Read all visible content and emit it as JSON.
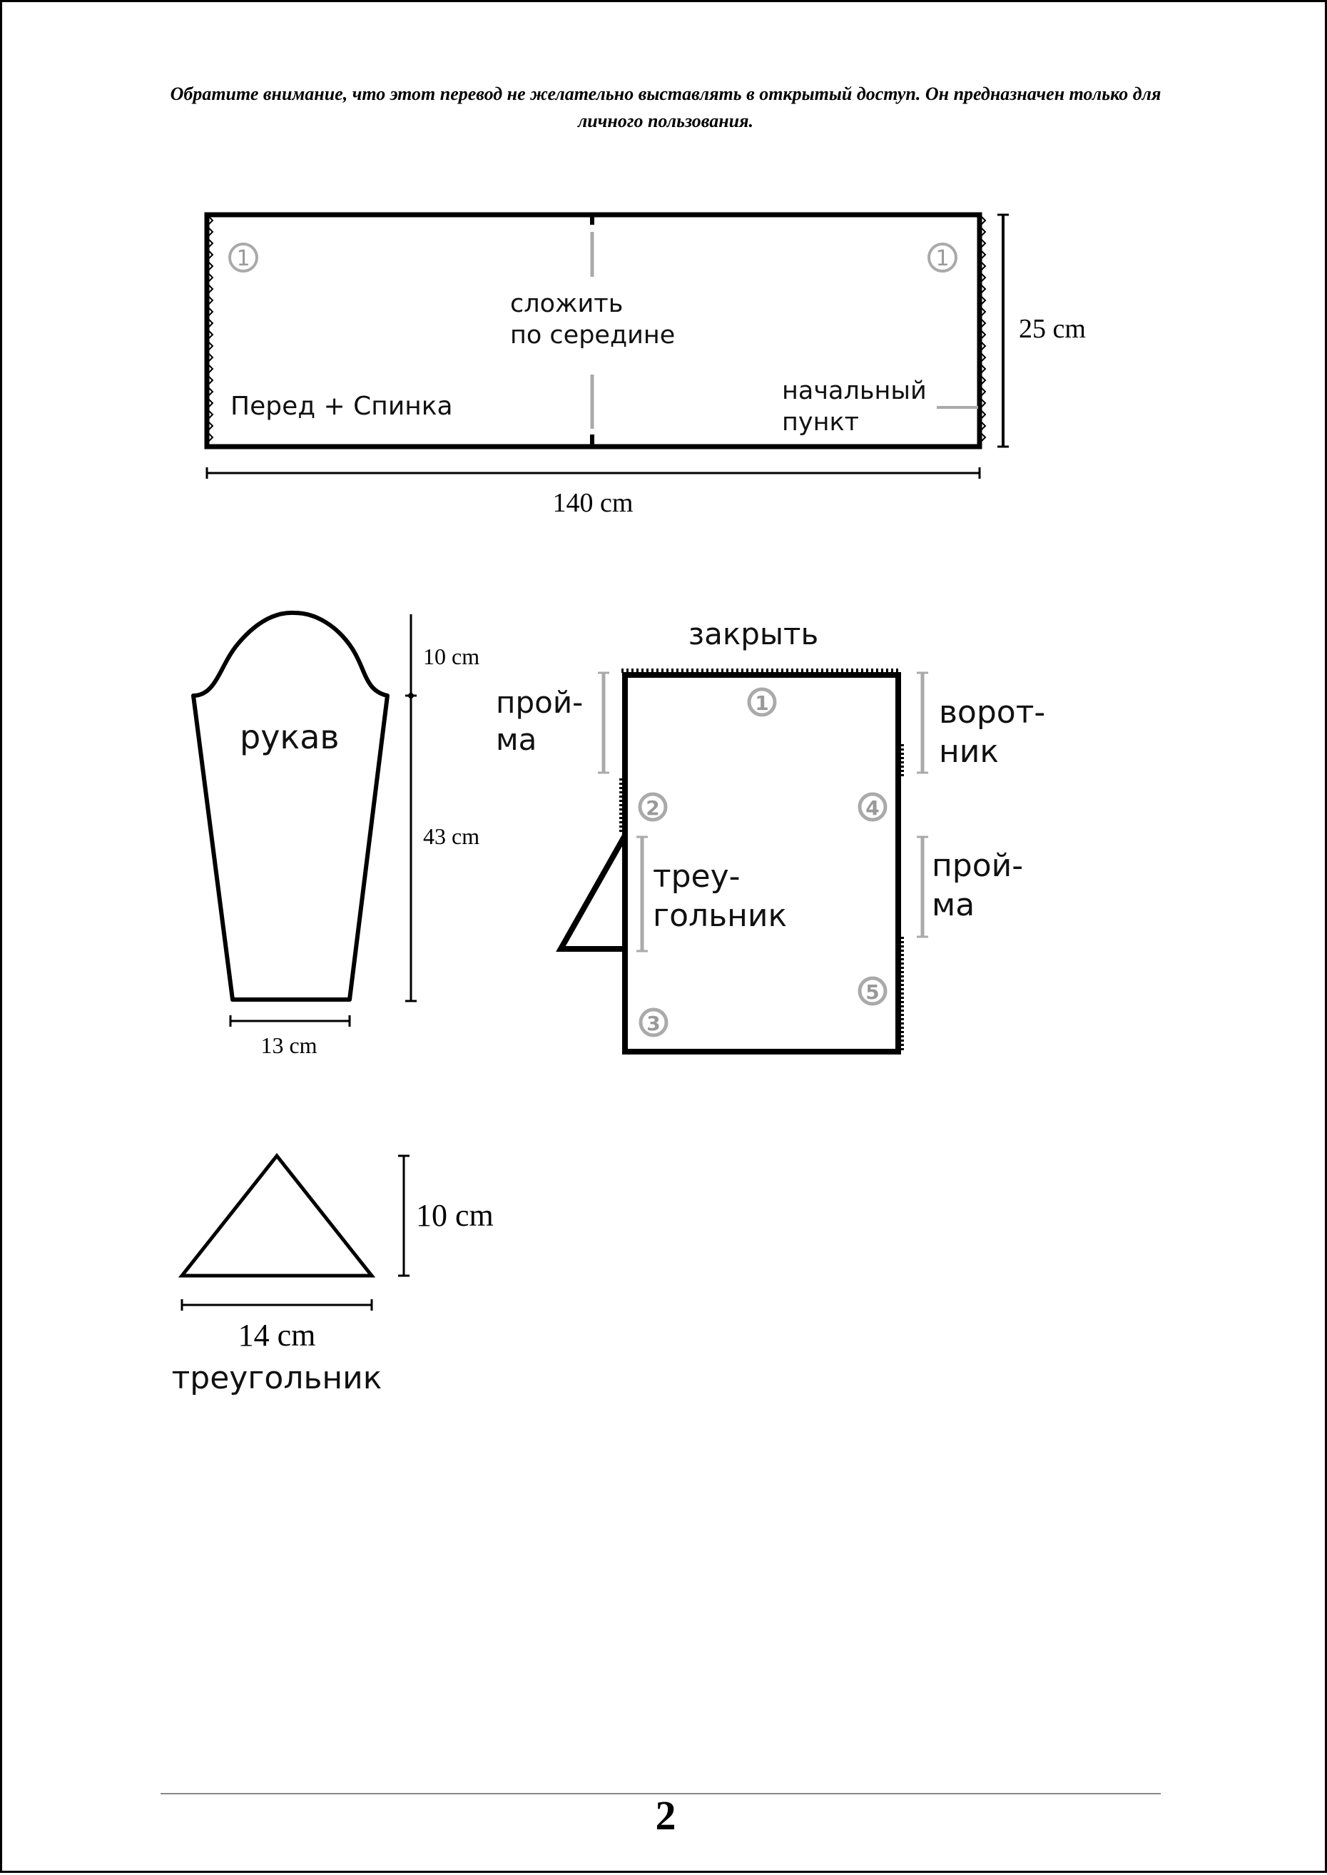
{
  "notice": "Обратите внимание, что этот перевод не желательно выставлять в открытый доступ. Он предназначен только для личного пользования.",
  "body_piece": {
    "marker": "①",
    "fold_label_line1": "сложить",
    "fold_label_line2": "по середине",
    "name": "Перед + Спинка",
    "start_line1": "начальный",
    "start_line2": "пункт",
    "height": "25 cm",
    "width": "140 cm"
  },
  "sleeve": {
    "name": "рукав",
    "cap_height": "10 cm",
    "length": "43 cm",
    "bottom_width": "13 cm"
  },
  "assembly": {
    "top_label": "закрыть",
    "left_armhole_line1": "прой-",
    "left_armhole_line2": "ма",
    "collar_line1": "ворот-",
    "collar_line2": "ник",
    "triangle_line1": "треу-",
    "triangle_line2": "гольник",
    "right_armhole_line1": "прой-",
    "right_armhole_line2": "ма",
    "markers": [
      "①",
      "②",
      "③",
      "④",
      "⑤"
    ]
  },
  "triangle": {
    "height": "10 cm",
    "base": "14 cm",
    "name": "треугольник"
  },
  "page_number": "2"
}
